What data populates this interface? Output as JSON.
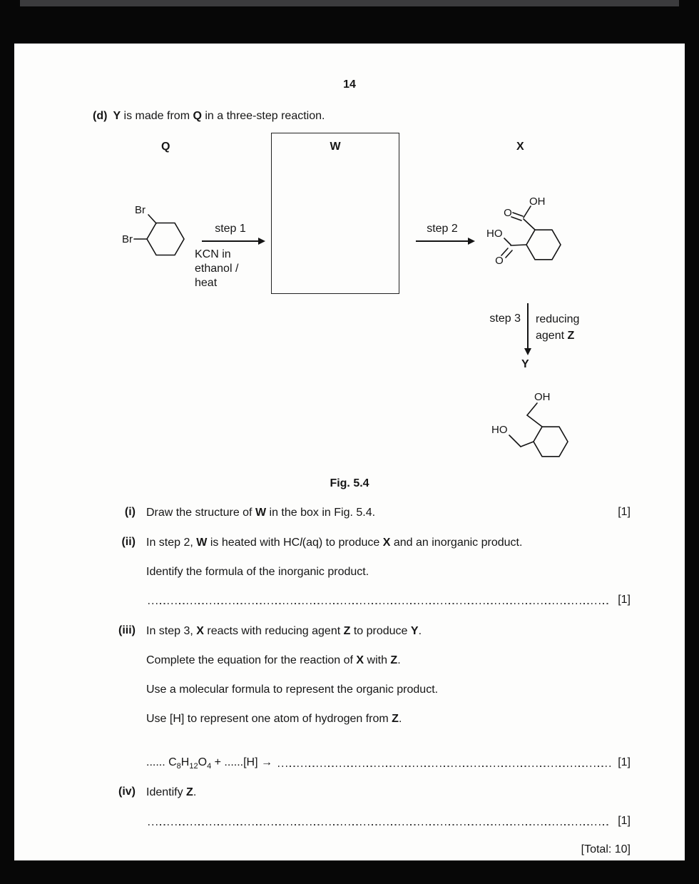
{
  "page": {
    "number": "14",
    "fig_caption": "Fig. 5.4",
    "total_label": "[Total: 10]"
  },
  "intro": {
    "label": "(d)",
    "parts": [
      {
        "text": "Y",
        "bold": true
      },
      {
        "text": " is made from "
      },
      {
        "text": "Q",
        "bold": true
      },
      {
        "text": " in a three-step reaction."
      }
    ]
  },
  "scheme": {
    "labels": {
      "q": "Q",
      "w": "W",
      "x": "X",
      "y": "Y"
    },
    "step1": {
      "label": "step 1",
      "conditions": [
        "KCN in",
        "ethanol /",
        "heat"
      ]
    },
    "step2": {
      "label": "step 2"
    },
    "step3": {
      "label": "step 3",
      "reagent_line1": "reducing",
      "reagent_line2_parts": [
        {
          "text": "agent "
        },
        {
          "text": "Z",
          "bold": true
        }
      ]
    },
    "structures": {
      "q": {
        "br_top": "Br",
        "br_left": "Br"
      },
      "x": {
        "oh": "OH",
        "o_top": "O",
        "ho": "HO",
        "o_bottom": "O"
      },
      "y": {
        "oh": "OH",
        "ho": "HO"
      }
    }
  },
  "questions": {
    "i": {
      "label": "(i)",
      "parts": [
        {
          "text": "Draw the structure of "
        },
        {
          "text": "W",
          "bold": true
        },
        {
          "text": " in the box in Fig. 5.4."
        }
      ],
      "mark": "[1]"
    },
    "ii": {
      "label": "(ii)",
      "line1_parts": [
        {
          "text": "In step 2, "
        },
        {
          "text": "W",
          "bold": true
        },
        {
          "text": " is heated with HC"
        },
        {
          "text": "l",
          "italic": true
        },
        {
          "text": "(aq) to produce "
        },
        {
          "text": "X",
          "bold": true
        },
        {
          "text": " and an inorganic product."
        }
      ],
      "line2": "Identify the formula of the inorganic product.",
      "mark": "[1]"
    },
    "iii": {
      "label": "(iii)",
      "line1_parts": [
        {
          "text": "In step 3, "
        },
        {
          "text": "X",
          "bold": true
        },
        {
          "text": " reacts with reducing agent "
        },
        {
          "text": "Z",
          "bold": true
        },
        {
          "text": " to produce "
        },
        {
          "text": "Y",
          "bold": true
        },
        {
          "text": "."
        }
      ],
      "line2_parts": [
        {
          "text": "Complete the equation for the reaction of "
        },
        {
          "text": "X",
          "bold": true
        },
        {
          "text": " with "
        },
        {
          "text": "Z",
          "bold": true
        },
        {
          "text": "."
        }
      ],
      "line3": "Use a molecular formula to represent the organic product.",
      "line4_parts": [
        {
          "text": "Use [H] to represent one atom of hydrogen from "
        },
        {
          "text": "Z",
          "bold": true
        },
        {
          "text": "."
        }
      ],
      "equation_parts": [
        {
          "text": "...... C"
        },
        {
          "text": "8",
          "sub": true
        },
        {
          "text": "H"
        },
        {
          "text": "12",
          "sub": true
        },
        {
          "text": "O"
        },
        {
          "text": "4",
          "sub": true
        },
        {
          "text": " + ......[H] → "
        }
      ],
      "mark": "[1]"
    },
    "iv": {
      "label": "(iv)",
      "parts": [
        {
          "text": "Identify "
        },
        {
          "text": "Z",
          "bold": true
        },
        {
          "text": "."
        }
      ],
      "mark": "[1]"
    }
  }
}
